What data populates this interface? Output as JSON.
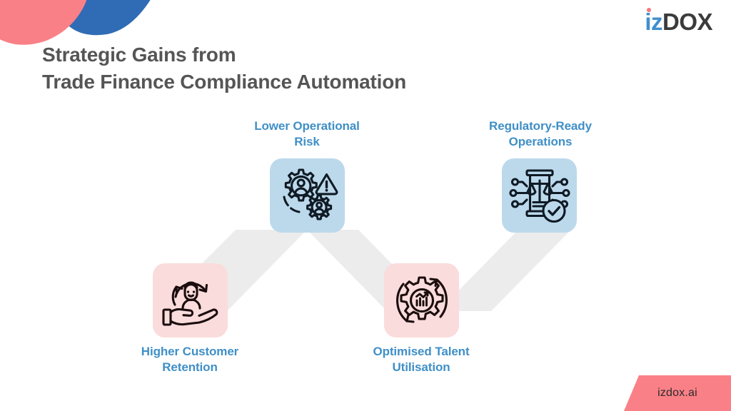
{
  "brand": {
    "logo_prefix": "iz",
    "logo_suffix": "DOX",
    "logo_accent_color": "#3f8fd0",
    "logo_dark_color": "#3b3b3b",
    "logo_dot_color": "#f8767c",
    "banner_text": "izdox.ai",
    "banner_color": "#fa8087"
  },
  "decoration": {
    "swoosh_coral_color": "#fa8087",
    "swoosh_blue_color": "#2f6cb5",
    "connector_color": "#ececec"
  },
  "heading": {
    "line1": "Strategic Gains from",
    "line2": "Trade Finance Compliance Automation",
    "color": "#555555"
  },
  "nodes": [
    {
      "id": "lower-operational-risk",
      "label_line1": "Lower Operational",
      "label_line2": "Risk",
      "icon": "gears-people-warning-icon",
      "box_color": "#bcd9ec",
      "label_color": "#3f8fc7"
    },
    {
      "id": "regulatory-ready-operations",
      "label_line1": "Regulatory-Ready",
      "label_line2": "Operations",
      "icon": "justice-scales-circuit-check-icon",
      "box_color": "#bcd9ec",
      "label_color": "#3f8fc7"
    },
    {
      "id": "higher-customer-retention",
      "label_line1": "Higher Customer",
      "label_line2": "Retention",
      "icon": "hand-person-retention-arrows-icon",
      "box_color": "#fadcdc",
      "label_color": "#3f8fc7"
    },
    {
      "id": "optimised-talent-utilisation",
      "label_line1": "Optimised Talent",
      "label_line2": "Utilisation",
      "icon": "gear-bar-chart-cycle-icon",
      "box_color": "#fadcdc",
      "label_color": "#3f8fc7"
    }
  ]
}
